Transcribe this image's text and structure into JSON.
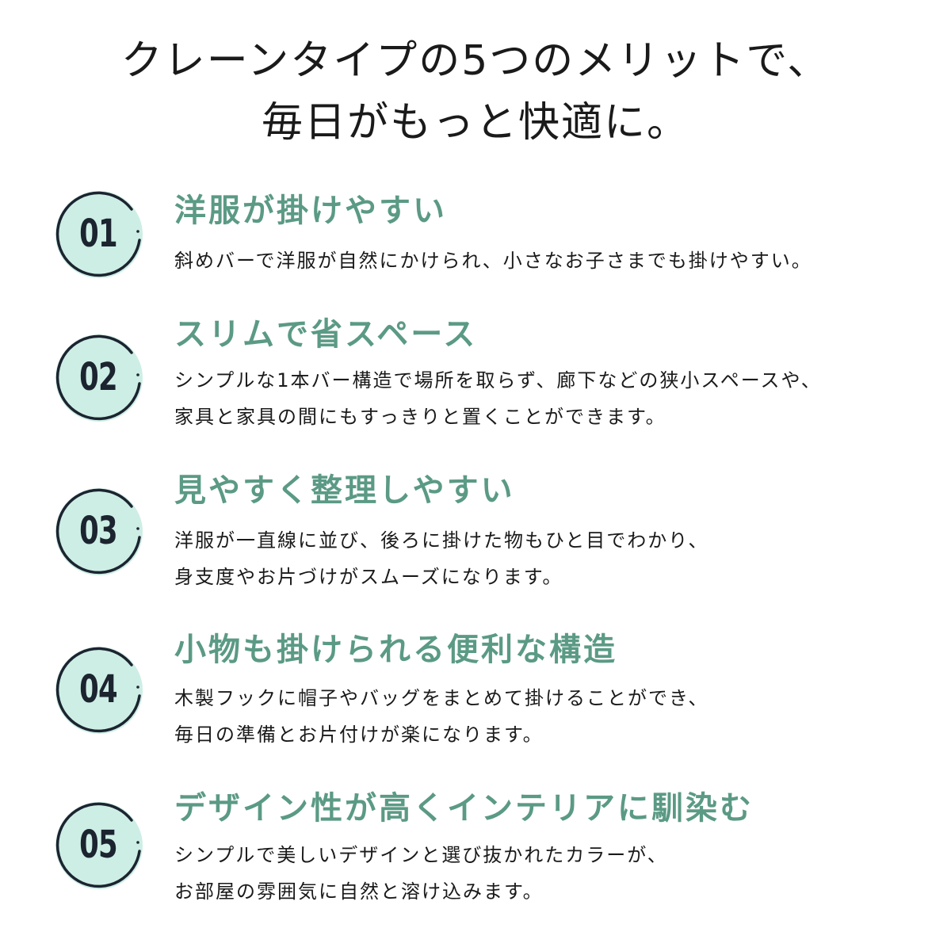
{
  "headline": {
    "line1": "クレーンタイプの5つのメリットで、",
    "line2": "毎日がもっと快適に。"
  },
  "colors": {
    "accent": "#5b9a85",
    "badge_fill": "#cdeee4",
    "text": "#1a1a1a"
  },
  "merits": [
    {
      "number": "01",
      "title": "洋服が掛けやすい",
      "desc1": "斜めバーで洋服が自然にかけられ、小さなお子さまでも掛けやすい。",
      "desc2": ""
    },
    {
      "number": "02",
      "title": "スリムで省スペース",
      "desc1": "シンプルな1本バー構造で場所を取らず、廊下などの狭小スペースや、",
      "desc2": "家具と家具の間にもすっきりと置くことができます。"
    },
    {
      "number": "03",
      "title": "見やすく整理しやすい",
      "desc1": "洋服が一直線に並び、後ろに掛けた物もひと目でわかり、",
      "desc2": "身支度やお片づけがスムーズになります。"
    },
    {
      "number": "04",
      "title": "小物も掛けられる便利な構造",
      "desc1": "木製フックに帽子やバッグをまとめて掛けることができ、",
      "desc2": "毎日の準備とお片付けが楽になります。"
    },
    {
      "number": "05",
      "title": "デザイン性が高くインテリアに馴染む",
      "desc1": "シンプルで美しいデザインと選び抜かれたカラーが、",
      "desc2": "お部屋の雰囲気に自然と溶け込みます。"
    }
  ]
}
